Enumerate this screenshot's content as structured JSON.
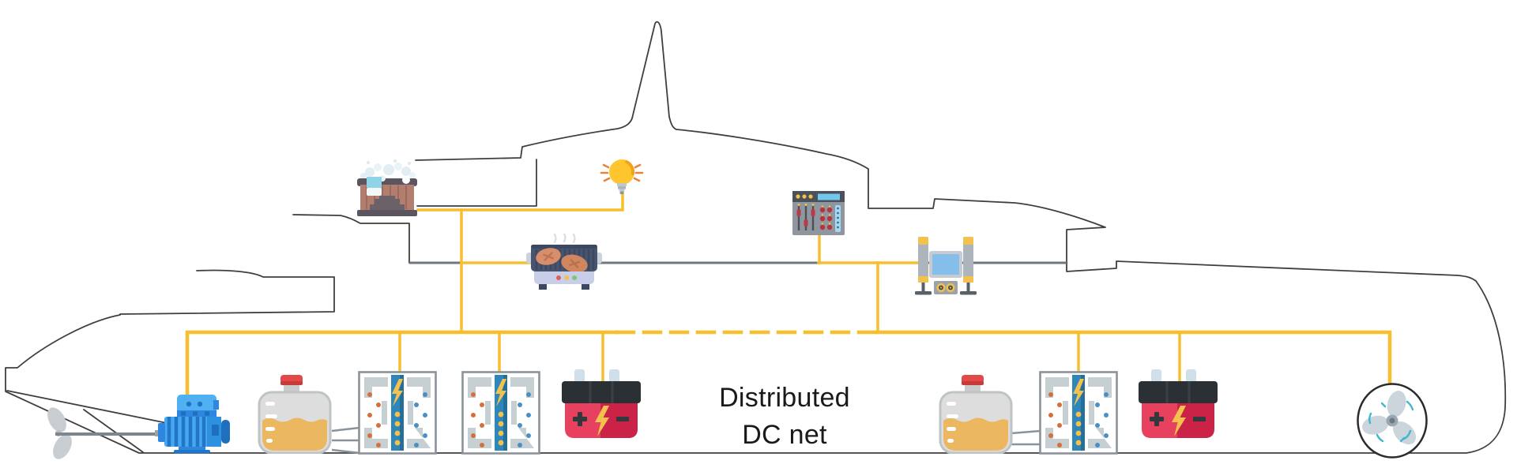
{
  "title": "Yacht distributed DC power network diagram",
  "label": {
    "line1": "Distributed",
    "line2": "DC net"
  },
  "colors": {
    "background": "#FFFFFF",
    "wire_yellow": "#F7BE2D",
    "hull_outline": "#3F3F3F",
    "deck_line": "#70777E",
    "text": "#1A1A1A"
  },
  "bus": {
    "style": "solid with dashed mid-section",
    "dash_region": "between battery branch and deck riser"
  },
  "icons": [
    {
      "id": "hot-tub-icon",
      "label": "hot tub consumer"
    },
    {
      "id": "light-bulb-icon",
      "label": "lighting consumer"
    },
    {
      "id": "grill-icon",
      "label": "galley grill consumer"
    },
    {
      "id": "control-panel-icon",
      "label": "control panel consumer"
    },
    {
      "id": "davit-winch-icon",
      "label": "hydraulic davit / lift consumer"
    },
    {
      "id": "propulsion-motor-icon",
      "label": "electric propulsion motor"
    },
    {
      "id": "propeller-icon",
      "label": "propeller"
    },
    {
      "id": "fuel-tank-aft-icon",
      "label": "fuel tank (aft)"
    },
    {
      "id": "fuel-cell-1-icon",
      "label": "fuel cell stack 1"
    },
    {
      "id": "fuel-cell-2-icon",
      "label": "fuel cell stack 2"
    },
    {
      "id": "battery-aft-icon",
      "label": "battery bank (aft)"
    },
    {
      "id": "fuel-tank-fwd-icon",
      "label": "fuel tank (fwd)"
    },
    {
      "id": "fuel-cell-3-icon",
      "label": "fuel cell stack 3"
    },
    {
      "id": "battery-fwd-icon",
      "label": "battery bank (fwd)"
    },
    {
      "id": "bow-thruster-icon",
      "label": "bow thruster fan"
    }
  ]
}
